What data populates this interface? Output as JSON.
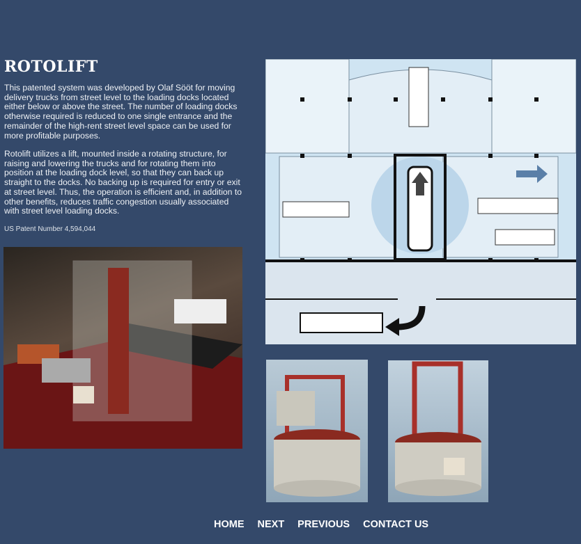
{
  "page": {
    "title": "ROTOLIFT",
    "paragraphs": [
      "This patented system was developed by Olaf Sööt for moving delivery trucks from street level to the loading docks located either below or above the street. The number of loading docks otherwise required is reduced to one single entrance and the remainder of the high-rent street level space can be used for more profitable purposes.",
      "Rotolift utilizes a lift, mounted inside a rotating structure, for raising and lowering the trucks and for rotating them into position at the loading dock level, so that they can back up straight to the docks. No backing up is required for entry or exit at street level. Thus, the operation is efficient and, in addition to other benefits, reduces traffic congestion usually associated with street level loading docks."
    ],
    "patent": "US Patent Number 4,594,044"
  },
  "nav": {
    "home": "HOME",
    "next": "NEXT",
    "previous": "PREVIOUS",
    "contact": "CONTACT US"
  },
  "colors": {
    "background": "#34496a",
    "diagram_bg": "#cfe4f2"
  }
}
